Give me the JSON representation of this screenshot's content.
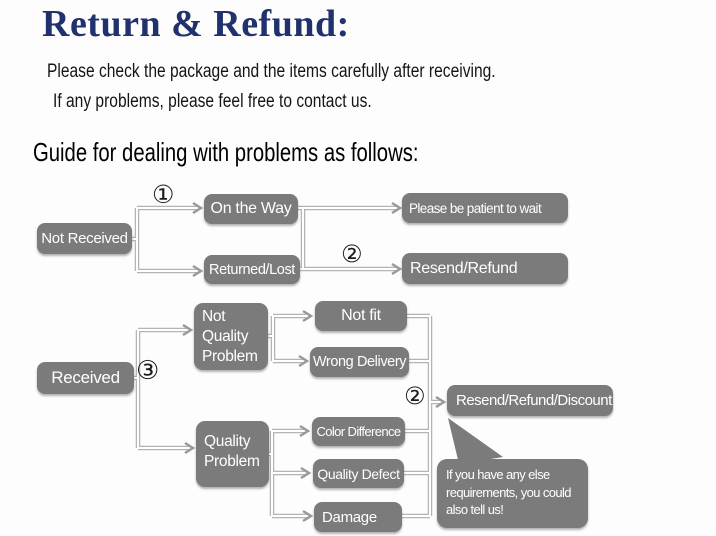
{
  "header": {
    "title": "Return & Refund:",
    "intro_line1": "Please check the package and the items carefully after receiving.",
    "intro_line2": "If any problems, please feel free to contact us.",
    "guide_heading": "Guide for dealing with problems as follows:"
  },
  "colors": {
    "title_blue": "#20316e",
    "box_gray": "#7b7b7b",
    "connector_gray": "#b4b4b4",
    "arrow_gray": "#9a9a9a",
    "text_white": "#ffffff",
    "body_black": "#151515"
  },
  "flowchart": {
    "step_markers": {
      "step1": "①",
      "step2_first": "②",
      "step3": "③",
      "step2_second": "②"
    },
    "nodes": {
      "not_received": "Not Received",
      "on_the_way": "On the Way",
      "returned_lost": "Returned/Lost",
      "please_be_patient": "Please be patient to wait",
      "resend_refund": "Resend/Refund",
      "received": "Received",
      "not_quality_problem": "Not\nQuality\nProblem",
      "not_fit": "Not fit",
      "wrong_delivery": "Wrong Delivery",
      "quality_problem": "Quality\nProblem",
      "color_difference": "Color Difference",
      "quality_defect": "Quality Defect",
      "damage": "Damage",
      "resend_refund_discount": "Resend/Refund/Discount"
    },
    "edges": [
      {
        "from": "not_received",
        "to": "on_the_way",
        "marker": "①"
      },
      {
        "from": "not_received",
        "to": "returned_lost"
      },
      {
        "from": "on_the_way",
        "to": "please_be_patient"
      },
      {
        "from": "returned_lost",
        "to": "resend_refund",
        "marker": "②"
      },
      {
        "from": "received",
        "to": "not_quality_problem",
        "marker": "③"
      },
      {
        "from": "received",
        "to": "quality_problem",
        "marker": "③"
      },
      {
        "from": "not_quality_problem",
        "to": "not_fit"
      },
      {
        "from": "not_quality_problem",
        "to": "wrong_delivery"
      },
      {
        "from": "quality_problem",
        "to": "color_difference"
      },
      {
        "from": "quality_problem",
        "to": "quality_defect"
      },
      {
        "from": "quality_problem",
        "to": "damage"
      },
      {
        "from": "not_fit",
        "to": "resend_refund_discount",
        "marker": "②"
      },
      {
        "from": "wrong_delivery",
        "to": "resend_refund_discount",
        "marker": "②"
      },
      {
        "from": "color_difference",
        "to": "resend_refund_discount",
        "marker": "②"
      },
      {
        "from": "quality_defect",
        "to": "resend_refund_discount",
        "marker": "②"
      },
      {
        "from": "damage",
        "to": "resend_refund_discount",
        "marker": "②"
      }
    ],
    "note_bubble": "If you have any else\nrequirements, you could\nalso tell us!"
  }
}
